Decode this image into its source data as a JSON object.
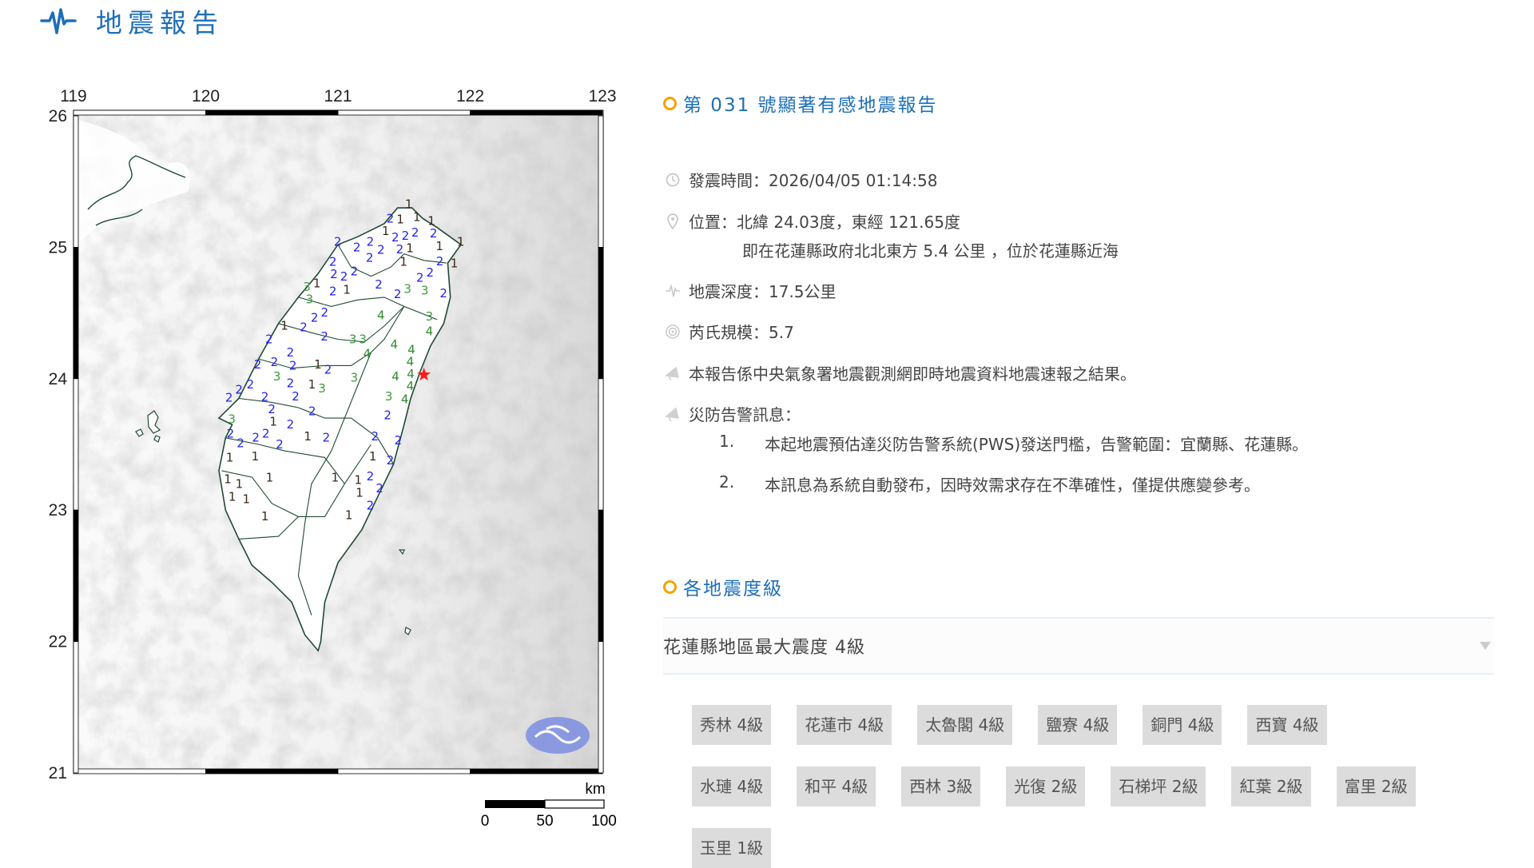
{
  "header": {
    "title": "地震報告",
    "icon": "seismic-wave-icon"
  },
  "report": {
    "title": "第 031 號顯著有感地震報告",
    "time_label": "發震時間：2026/04/05 01:14:58",
    "location_label": "位置：北緯 24.03度，東經 121.65度",
    "location_detail": "即在花蓮縣政府北北東方 5.4 公里 ，位於花蓮縣近海",
    "depth_label": "地震深度：17.5公里",
    "magnitude_label": "芮氏規模：5.7",
    "source_note": "本報告係中央氣象署地震觀測網即時地震資料地震速報之結果。",
    "warning_title": "災防告警訊息：",
    "warnings": [
      {
        "num": "1.",
        "text": "本起地震預估達災防告警系統(PWS)發送門檻，告警範圍：宜蘭縣、花蓮縣。"
      },
      {
        "num": "2.",
        "text": "本訊息為系統自動發布，因時效需求存在不準確性，僅提供應變參考。"
      }
    ]
  },
  "intensity": {
    "title": "各地震度級",
    "region_label": "花蓮縣地區最大震度 4級",
    "stations": [
      "秀林 4級",
      "花蓮市 4級",
      "太魯閣 4級",
      "鹽寮 4級",
      "銅門 4級",
      "西寶 4級",
      "水璉 4級",
      "和平 4級",
      "西林 3級",
      "光復 2級",
      "石梯坪 2級",
      "紅葉 2級",
      "富里 2級",
      "玉里 1級"
    ]
  },
  "map": {
    "lon_ticks": [
      "119",
      "120",
      "121",
      "122",
      "123"
    ],
    "lat_ticks": [
      "26",
      "25",
      "24",
      "23",
      "22",
      "21"
    ],
    "scale_unit": "km",
    "scale_labels": [
      "0",
      "50",
      "100"
    ],
    "epicenter": {
      "lon": 121.65,
      "lat": 24.03
    },
    "colors": {
      "1": "#3a2a1a",
      "2": "#2222ee",
      "3": "#3d9a3d",
      "4": "#2e8b2e",
      "epicenter": "#ff1a1a",
      "coast": "#1f4a33"
    },
    "station_marks": [
      [
        121.536,
        25.331,
        1
      ],
      [
        121.466,
        25.219,
        1
      ],
      [
        121.401,
        25.209,
        2
      ],
      [
        121.597,
        25.24,
        1
      ],
      [
        121.707,
        25.199,
        1
      ],
      [
        121.365,
        25.148,
        1
      ],
      [
        121.582,
        25.118,
        2
      ],
      [
        121.723,
        25.118,
        2
      ],
      [
        121.435,
        25.067,
        2
      ],
      [
        121.506,
        25.077,
        2
      ],
      [
        121.476,
        24.996,
        2
      ],
      [
        121.536,
        25.016,
        1
      ],
      [
        121.768,
        25.016,
        1
      ],
      [
        121.929,
        25.047,
        1
      ],
      [
        121.244,
        25.047,
        2
      ],
      [
        121.325,
        24.986,
        2
      ],
      [
        121.143,
        25.006,
        2
      ],
      [
        120.998,
        25.047,
        2
      ],
      [
        121.24,
        24.925,
        2
      ],
      [
        121.496,
        24.905,
        1
      ],
      [
        121.768,
        24.899,
        2
      ],
      [
        121.879,
        24.885,
        1
      ],
      [
        121.697,
        24.814,
        2
      ],
      [
        121.623,
        24.773,
        2
      ],
      [
        120.962,
        24.875,
        2
      ],
      [
        120.972,
        24.824,
        2
      ],
      [
        121.043,
        24.783,
        2
      ],
      [
        121.123,
        24.824,
        2
      ],
      [
        121.308,
        24.722,
        2
      ],
      [
        121.456,
        24.651,
        2
      ],
      [
        121.522,
        24.688,
        3
      ],
      [
        121.657,
        24.676,
        3
      ],
      [
        121.798,
        24.656,
        2
      ],
      [
        120.821,
        24.733,
        1
      ],
      [
        120.785,
        24.702,
        3
      ],
      [
        120.785,
        24.611,
        3
      ],
      [
        120.962,
        24.672,
        2
      ],
      [
        121.067,
        24.682,
        1
      ],
      [
        120.892,
        24.51,
        2
      ],
      [
        121.325,
        24.489,
        4
      ],
      [
        121.691,
        24.479,
        3
      ],
      [
        121.691,
        24.368,
        4
      ],
      [
        120.83,
        24.469,
        2
      ],
      [
        120.74,
        24.398,
        2
      ],
      [
        120.595,
        24.408,
        1
      ],
      [
        120.898,
        24.327,
        2
      ],
      [
        120.479,
        24.307,
        2
      ],
      [
        121.113,
        24.307,
        3
      ],
      [
        121.188,
        24.307,
        3
      ],
      [
        121.22,
        24.195,
        4
      ],
      [
        121.425,
        24.266,
        4
      ],
      [
        121.556,
        24.216,
        4
      ],
      [
        121.546,
        24.145,
        4
      ],
      [
        121.435,
        24.023,
        4
      ],
      [
        121.55,
        24.033,
        4
      ],
      [
        121.546,
        23.962,
        4
      ],
      [
        121.506,
        23.851,
        4
      ],
      [
        121.385,
        23.871,
        3
      ],
      [
        121.123,
        24.013,
        3
      ],
      [
        120.64,
        24.205,
        2
      ],
      [
        120.66,
        24.104,
        2
      ],
      [
        120.394,
        24.114,
        2
      ],
      [
        120.519,
        24.134,
        2
      ],
      [
        120.861,
        24.114,
        1
      ],
      [
        120.912,
        24.074,
        2
      ],
      [
        120.539,
        24.023,
        3
      ],
      [
        120.64,
        23.972,
        2
      ],
      [
        120.68,
        23.871,
        2
      ],
      [
        120.821,
        23.962,
        1
      ],
      [
        120.861,
        23.932,
        3
      ],
      [
        120.338,
        23.962,
        2
      ],
      [
        120.247,
        23.922,
        2
      ],
      [
        120.181,
        23.861,
        2
      ],
      [
        120.448,
        23.841,
        2
      ],
      [
        120.499,
        23.77,
        2
      ],
      [
        120.805,
        23.76,
        2
      ],
      [
        121.375,
        23.729,
        2
      ],
      [
        120.197,
        23.699,
        3
      ],
      [
        120.509,
        23.699,
        1
      ],
      [
        120.64,
        23.658,
        2
      ],
      [
        120.193,
        23.587,
        2
      ],
      [
        120.257,
        23.516,
        2
      ],
      [
        120.398,
        23.557,
        2
      ],
      [
        120.438,
        23.597,
        2
      ],
      [
        120.559,
        23.506,
        2
      ],
      [
        120.771,
        23.567,
        1
      ],
      [
        120.912,
        23.557,
        2
      ],
      [
        121.28,
        23.567,
        2
      ],
      [
        121.455,
        23.536,
        2
      ],
      [
        120.181,
        23.405,
        1
      ],
      [
        120.374,
        23.415,
        1
      ],
      [
        121.264,
        23.415,
        1
      ],
      [
        121.395,
        23.384,
        2
      ],
      [
        120.166,
        23.242,
        1
      ],
      [
        120.253,
        23.202,
        1
      ],
      [
        120.483,
        23.253,
        1
      ],
      [
        120.2,
        23.111,
        1
      ],
      [
        120.307,
        23.09,
        1
      ],
      [
        120.978,
        23.253,
        1
      ],
      [
        121.153,
        23.222,
        1
      ],
      [
        121.163,
        23.151,
        1
      ],
      [
        121.244,
        23.263,
        2
      ],
      [
        121.315,
        23.171,
        2
      ],
      [
        121.244,
        23.04,
        2
      ],
      [
        121.083,
        22.969,
        1
      ],
      [
        120.448,
        22.958,
        1
      ]
    ]
  }
}
